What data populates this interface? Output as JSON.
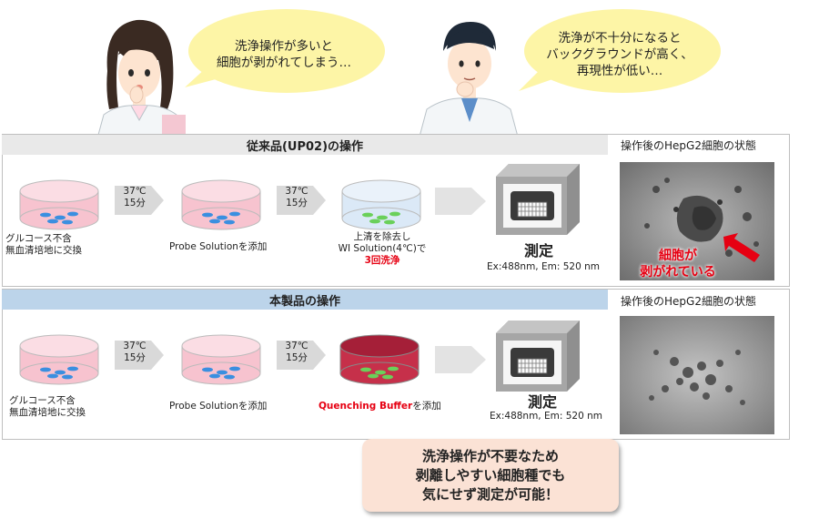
{
  "bubble_left": {
    "line1": "洗浄操作が多いと",
    "line2": "細胞が剥がれてしまう…"
  },
  "bubble_right": {
    "line1": "洗浄が不十分になると",
    "line2": "バックグラウンドが高く、",
    "line3": "再現性が低い…"
  },
  "conventional": {
    "title": "従来品(UP02)の操作",
    "panel_title": "操作後のHepG2細胞の状態",
    "step1": {
      "line1": "グルコース不含",
      "line2": "無血清培地に交換"
    },
    "cond1": {
      "line1": "37℃",
      "line2": "15分"
    },
    "step2": "Probe Solutionを添加",
    "cond2": {
      "line1": "37℃",
      "line2": "15分"
    },
    "step3": {
      "line1": "上清を除去し",
      "line2": "WI Solution(4℃)で",
      "line3": "3回洗浄"
    },
    "measure": {
      "title": "測定",
      "sub": "Ex:488nm, Em: 520 nm"
    },
    "micro_note": {
      "line1": "細胞が",
      "line2": "剥がれている"
    }
  },
  "product": {
    "title": "本製品の操作",
    "panel_title": "操作後のHepG2細胞の状態",
    "step1": {
      "line1": "グルコース不含",
      "line2": "無血清培地に交換"
    },
    "cond1": {
      "line1": "37℃",
      "line2": "15分"
    },
    "step2": "Probe Solutionを添加",
    "cond2": {
      "line1": "37℃",
      "line2": "15分"
    },
    "step3": {
      "highlight": "Quenching Buffer",
      "rest": "を添加"
    },
    "measure": {
      "title": "測定",
      "sub": "Ex:488nm, Em: 520 nm"
    }
  },
  "callout": {
    "line1": "洗浄操作が不要なため",
    "line2": "剥離しやすい細胞種でも",
    "line3": "気にせず測定が可能！"
  },
  "colors": {
    "bubble": "#fdf5a6",
    "bar_gray": "#e9e9e9",
    "bar_blue": "#bcd4ea",
    "accent_red": "#e60012",
    "callout": "#fbe2d5"
  }
}
